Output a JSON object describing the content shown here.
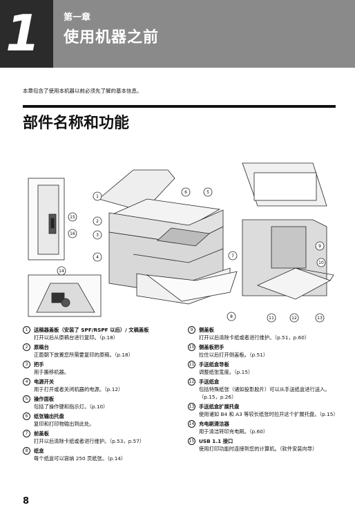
{
  "header": {
    "chapter_number": "1",
    "chapter_label": "第一章",
    "chapter_title": "使用机器之前"
  },
  "intro": "本章包含了使用本机器以前必须先了解的基本信息。",
  "section_title": "部件名称和功能",
  "callouts": [
    "1",
    "2",
    "3",
    "4",
    "5",
    "6",
    "7",
    "8",
    "9",
    "10",
    "11",
    "12",
    "13",
    "14",
    "15",
    "16"
  ],
  "parts_left": [
    {
      "num": "1",
      "name": "送稿器盖板（安装了 SPF/RSPF 以后）/ 文稿盖板",
      "desc": "打开以后从原稿台进行复印。（p.18）"
    },
    {
      "num": "2",
      "name": "原稿台",
      "desc": "正面朝下放置您所需要复印的原稿。（p.18）"
    },
    {
      "num": "3",
      "name": "把手",
      "desc": "用于搬移机器。"
    },
    {
      "num": "4",
      "name": "电源开关",
      "desc": "用于打开或者关闭机器的电源。（p.12）"
    },
    {
      "num": "5",
      "name": "操作面板",
      "desc": "包括了操作键和指示灯。（p.10）"
    },
    {
      "num": "6",
      "name": "纸张输出托盘",
      "desc": "复印和打印物输出到此处。"
    },
    {
      "num": "7",
      "name": "前盖板",
      "desc": "打开以后清除卡纸或者进行维护。（p.53，p.57）"
    },
    {
      "num": "8",
      "name": "纸盒",
      "desc": "每个纸盒可以容纳 250 页纸张。（p.14）"
    }
  ],
  "parts_right": [
    {
      "num": "9",
      "name": "侧盖板",
      "desc": "打开以后清除卡纸或者进行维护。（p.51，p.60）"
    },
    {
      "num": "10",
      "name": "侧盖板把手",
      "desc": "拉住以后打开侧盖板。（p.51）"
    },
    {
      "num": "11",
      "name": "手送纸盒导板",
      "desc": "调整纸张宽度。（p.15）"
    },
    {
      "num": "12",
      "name": "手送纸盒",
      "desc": "包括特殊纸张（诸如投影胶片）可以从手送纸盒进行送入。（p.15，p.26）"
    },
    {
      "num": "13",
      "name": "手送纸盒扩展托盘",
      "desc": "使用诸如 B4 和 A3 等较长纸张时拉开这个扩展托盘。（p.15）"
    },
    {
      "num": "14",
      "name": "充电刷清洁器",
      "desc": "用于清洁转印充电刷。（p.60）"
    },
    {
      "num": "15",
      "name": "USB 1.1 接口",
      "desc": "使用打印功能时连接到您的计算机。（软件安装向导）"
    }
  ],
  "page_number": "8"
}
